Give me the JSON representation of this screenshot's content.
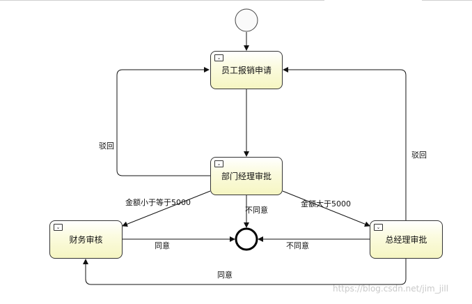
{
  "tasks": {
    "employee_request": "员工报销申请",
    "dept_manager": "部门经理审批",
    "finance": "财务审核",
    "general_manager": "总经理审批"
  },
  "labels": {
    "reject_left": "驳回",
    "reject_right": "驳回",
    "amount_le_5000": "金额小于等于5000",
    "amount_gt_5000": "金额大于5000",
    "disagree_center": "不同意",
    "disagree_right": "不同意",
    "agree_finance": "同意",
    "agree_bottom": "同意"
  },
  "watermark": "https://blog.csdn.net/jim_jill",
  "colors": {
    "task_fill": "#f6f6c2",
    "task_border": "#333333",
    "edge": "#111111",
    "watermark": "#c9c9c9"
  }
}
